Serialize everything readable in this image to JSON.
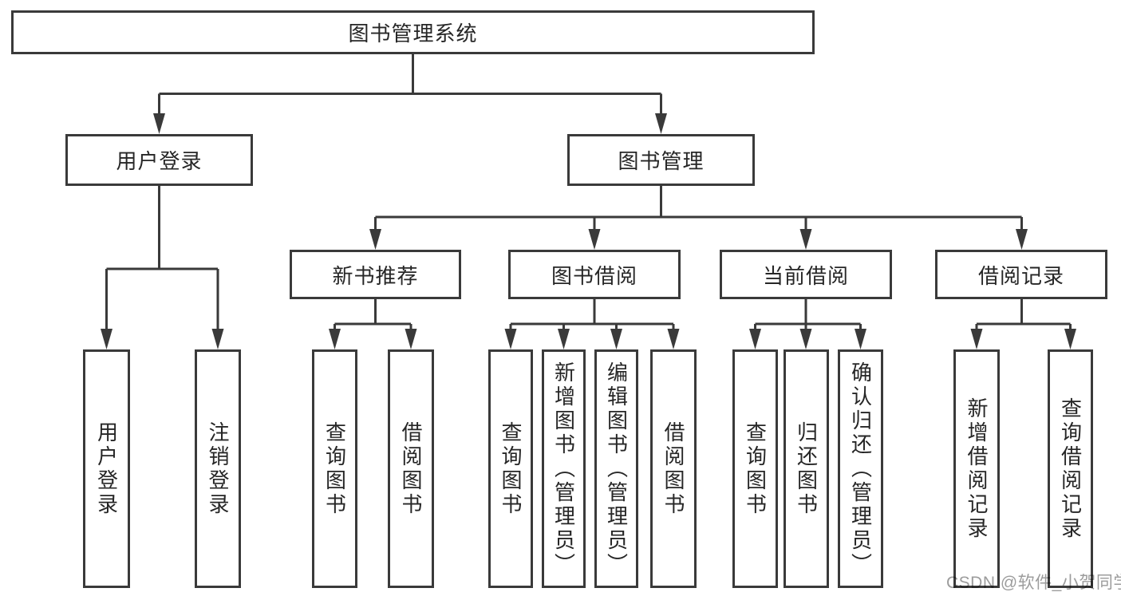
{
  "diagram": {
    "root": {
      "label": "图书管理系统"
    },
    "branches": [
      {
        "label": "用户登录",
        "leaves": [
          {
            "label": "用户登录"
          },
          {
            "label": "注销登录"
          }
        ]
      },
      {
        "label": "图书管理",
        "sections": [
          {
            "label": "新书推荐",
            "leaves": [
              {
                "label": "查询图书"
              },
              {
                "label": "借阅图书"
              }
            ]
          },
          {
            "label": "图书借阅",
            "leaves": [
              {
                "label": "查询图书"
              },
              {
                "label": "新增图书（管理员）"
              },
              {
                "label": "编辑图书（管理员）"
              },
              {
                "label": "借阅图书"
              }
            ]
          },
          {
            "label": "当前借阅",
            "leaves": [
              {
                "label": "查询图书"
              },
              {
                "label": "归还图书"
              },
              {
                "label": "确认归还（管理员）"
              }
            ]
          },
          {
            "label": "借阅记录",
            "leaves": [
              {
                "label": "新增借阅记录"
              },
              {
                "label": "查询借阅记录"
              }
            ]
          }
        ]
      }
    ]
  },
  "watermark": {
    "text": "CSDN @软件_小贺同学"
  },
  "colors": {
    "line": "#3a3a3a",
    "text": "#262626",
    "background": "#ffffff",
    "watermark": "#9c9c9c"
  }
}
